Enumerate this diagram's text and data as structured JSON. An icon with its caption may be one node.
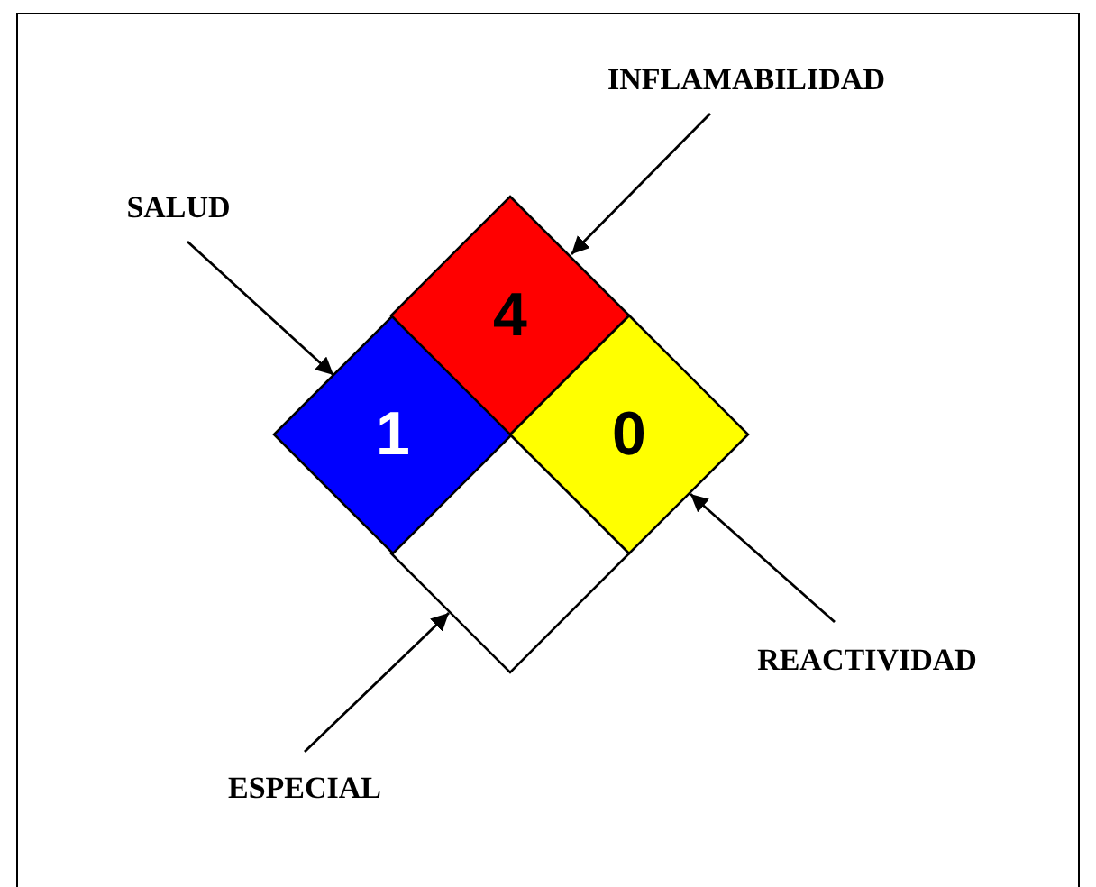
{
  "diagram": {
    "nodes": [
      {
        "text": [
          "INFLAMABILIDAD"
        ]
      },
      {
        "text": [
          "SALUD"
        ]
      },
      {
        "text": [
          "4"
        ]
      },
      {
        "text": [
          "1"
        ]
      },
      {
        "text": [
          "0"
        ]
      },
      {
        "text": [],
        "shape": "diamond"
      },
      {
        "text": [
          "REACTIVIDAD"
        ]
      },
      {
        "text": [
          "ESPECIAL"
        ]
      }
    ],
    "edges": [
      {
        "from": 0,
        "to": 2,
        "arrow": "to"
      },
      {
        "from": 1,
        "to": 3,
        "arrow": "to"
      },
      {
        "from": 6,
        "to": 4,
        "arrow": "to"
      },
      {
        "from": 7,
        "to": 5,
        "arrow": "to"
      }
    ]
  }
}
